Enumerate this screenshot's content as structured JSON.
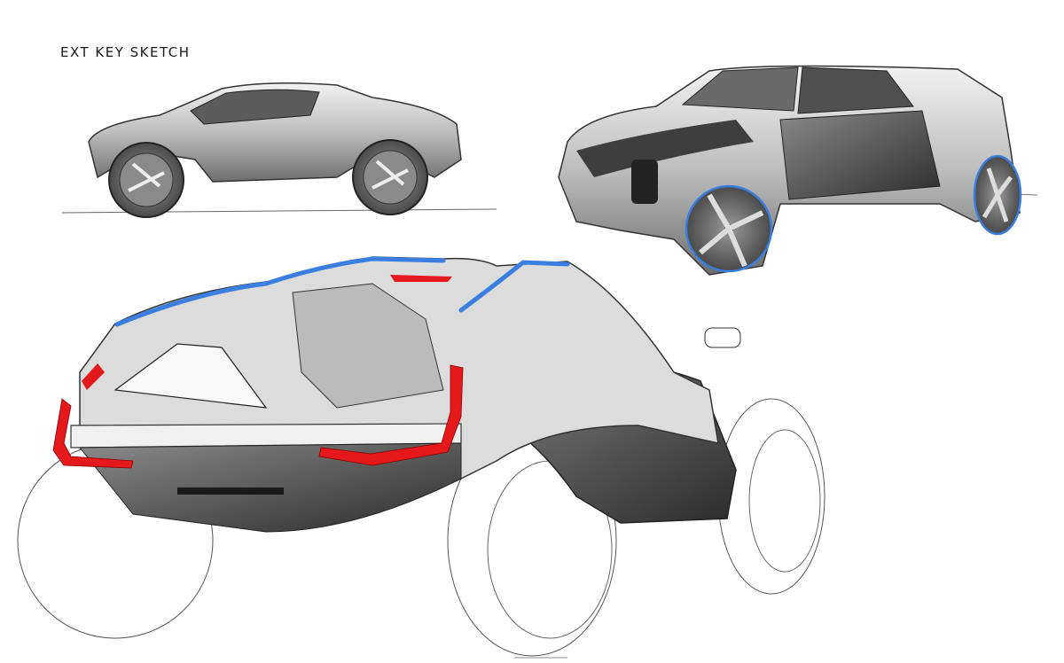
{
  "sheet": {
    "title": "EXT KEY SKETCH",
    "background": "#ffffff"
  },
  "colors": {
    "accent_blue": "#3a7fe0",
    "tail_light_red": "#e5191c",
    "line_dark": "#2a2a2a",
    "shade_mid": "#9a9a9a",
    "shade_light": "#d4d4d4",
    "shade_dark": "#4a4a4a"
  },
  "sketches": [
    {
      "name": "side-view",
      "description": "Side profile of compact off-road vehicle"
    },
    {
      "name": "front-three-quarter",
      "description": "Front three-quarter view with blue-rimmed wheels"
    },
    {
      "name": "rear-three-quarter",
      "description": "Large rear three-quarter view with red tail lights and blue roof accent"
    }
  ]
}
